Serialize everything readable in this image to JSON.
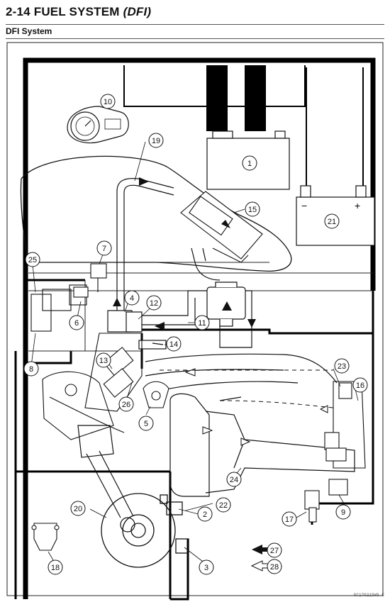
{
  "header": {
    "title_prefix": "2-14 FUEL SYSTEM ",
    "title_italic": "(DFI)",
    "subtitle": "DFI System"
  },
  "diagram": {
    "callouts": [
      "1",
      "2",
      "3",
      "4",
      "5",
      "6",
      "7",
      "8",
      "9",
      "10",
      "11",
      "12",
      "13",
      "14",
      "15",
      "16",
      "17",
      "18",
      "19",
      "20",
      "21",
      "22",
      "23",
      "24",
      "25",
      "26",
      "27",
      "28"
    ],
    "battery_minus": "−",
    "battery_plus": "+",
    "legend_fuel_flow": "27",
    "legend_air_flow": "28"
  },
  "footer": {
    "code": "GC17021SWS C"
  },
  "colors": {
    "line": "#111111",
    "paper": "#ffffff",
    "border": "#000000"
  }
}
